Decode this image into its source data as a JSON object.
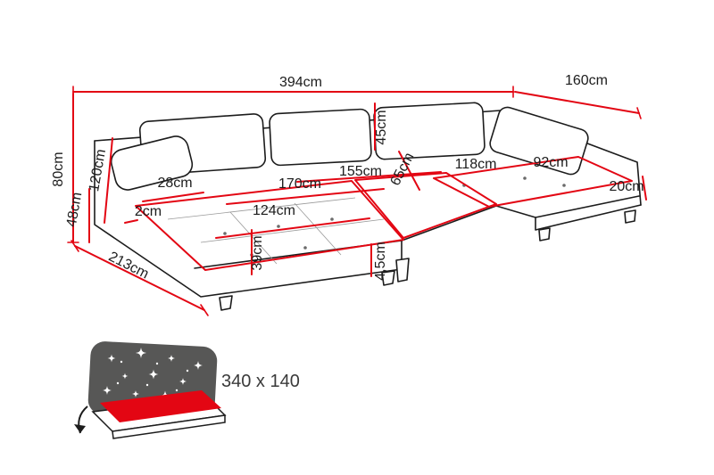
{
  "diagram": {
    "type": "sofa-dimension-diagram",
    "labels": {
      "width_total": "394cm",
      "depth_right": "160cm",
      "height_total": "80cm",
      "depth_back": "120cm",
      "height_seat": "48cm",
      "width_armrest": "28cm",
      "gap_small": "2cm",
      "depth_left": "213cm",
      "width_seat_left": "124cm",
      "height_front": "39cm",
      "length_seat_left": "170cm",
      "length_seat_middle": "155cm",
      "depth_seat_divider": "65cm",
      "height_back_cushion": "45cm",
      "length_seat_right": "118cm",
      "width_seat_right": "92cm",
      "height_side_right": "20cm",
      "height_legs": "4,5cm"
    },
    "sleeping_function": {
      "area_label": "340 x 140"
    },
    "colors": {
      "dimension_red": "#e30613",
      "outline_black": "#1c1c1c",
      "icon_gray": "#575756",
      "background": "#ffffff"
    }
  }
}
